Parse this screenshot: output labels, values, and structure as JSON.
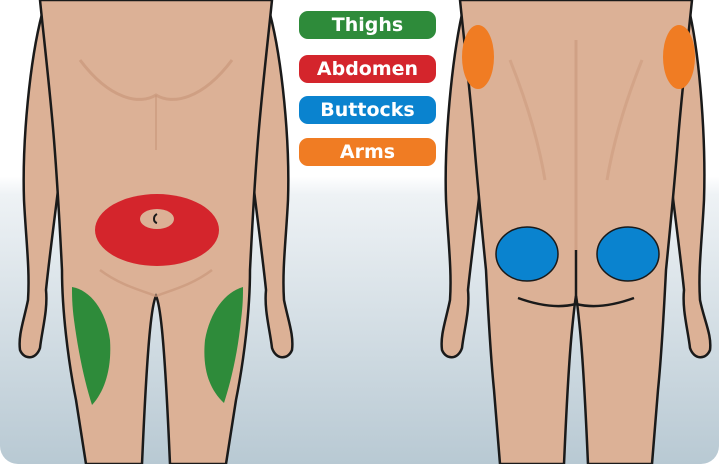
{
  "legend": {
    "items": [
      {
        "label": "Thighs",
        "color": "#2e8b3a"
      },
      {
        "label": "Abdomen",
        "color": "#d4252c"
      },
      {
        "label": "Buttocks",
        "color": "#0a83cf"
      },
      {
        "label": "Arms",
        "color": "#f07c23"
      }
    ]
  },
  "colors": {
    "skin": "#dcb196",
    "skin_shadow": "#c9977a",
    "outline": "#1a1a1a",
    "background_top": "#ffffff",
    "background_bottom": "#bcccd6"
  }
}
